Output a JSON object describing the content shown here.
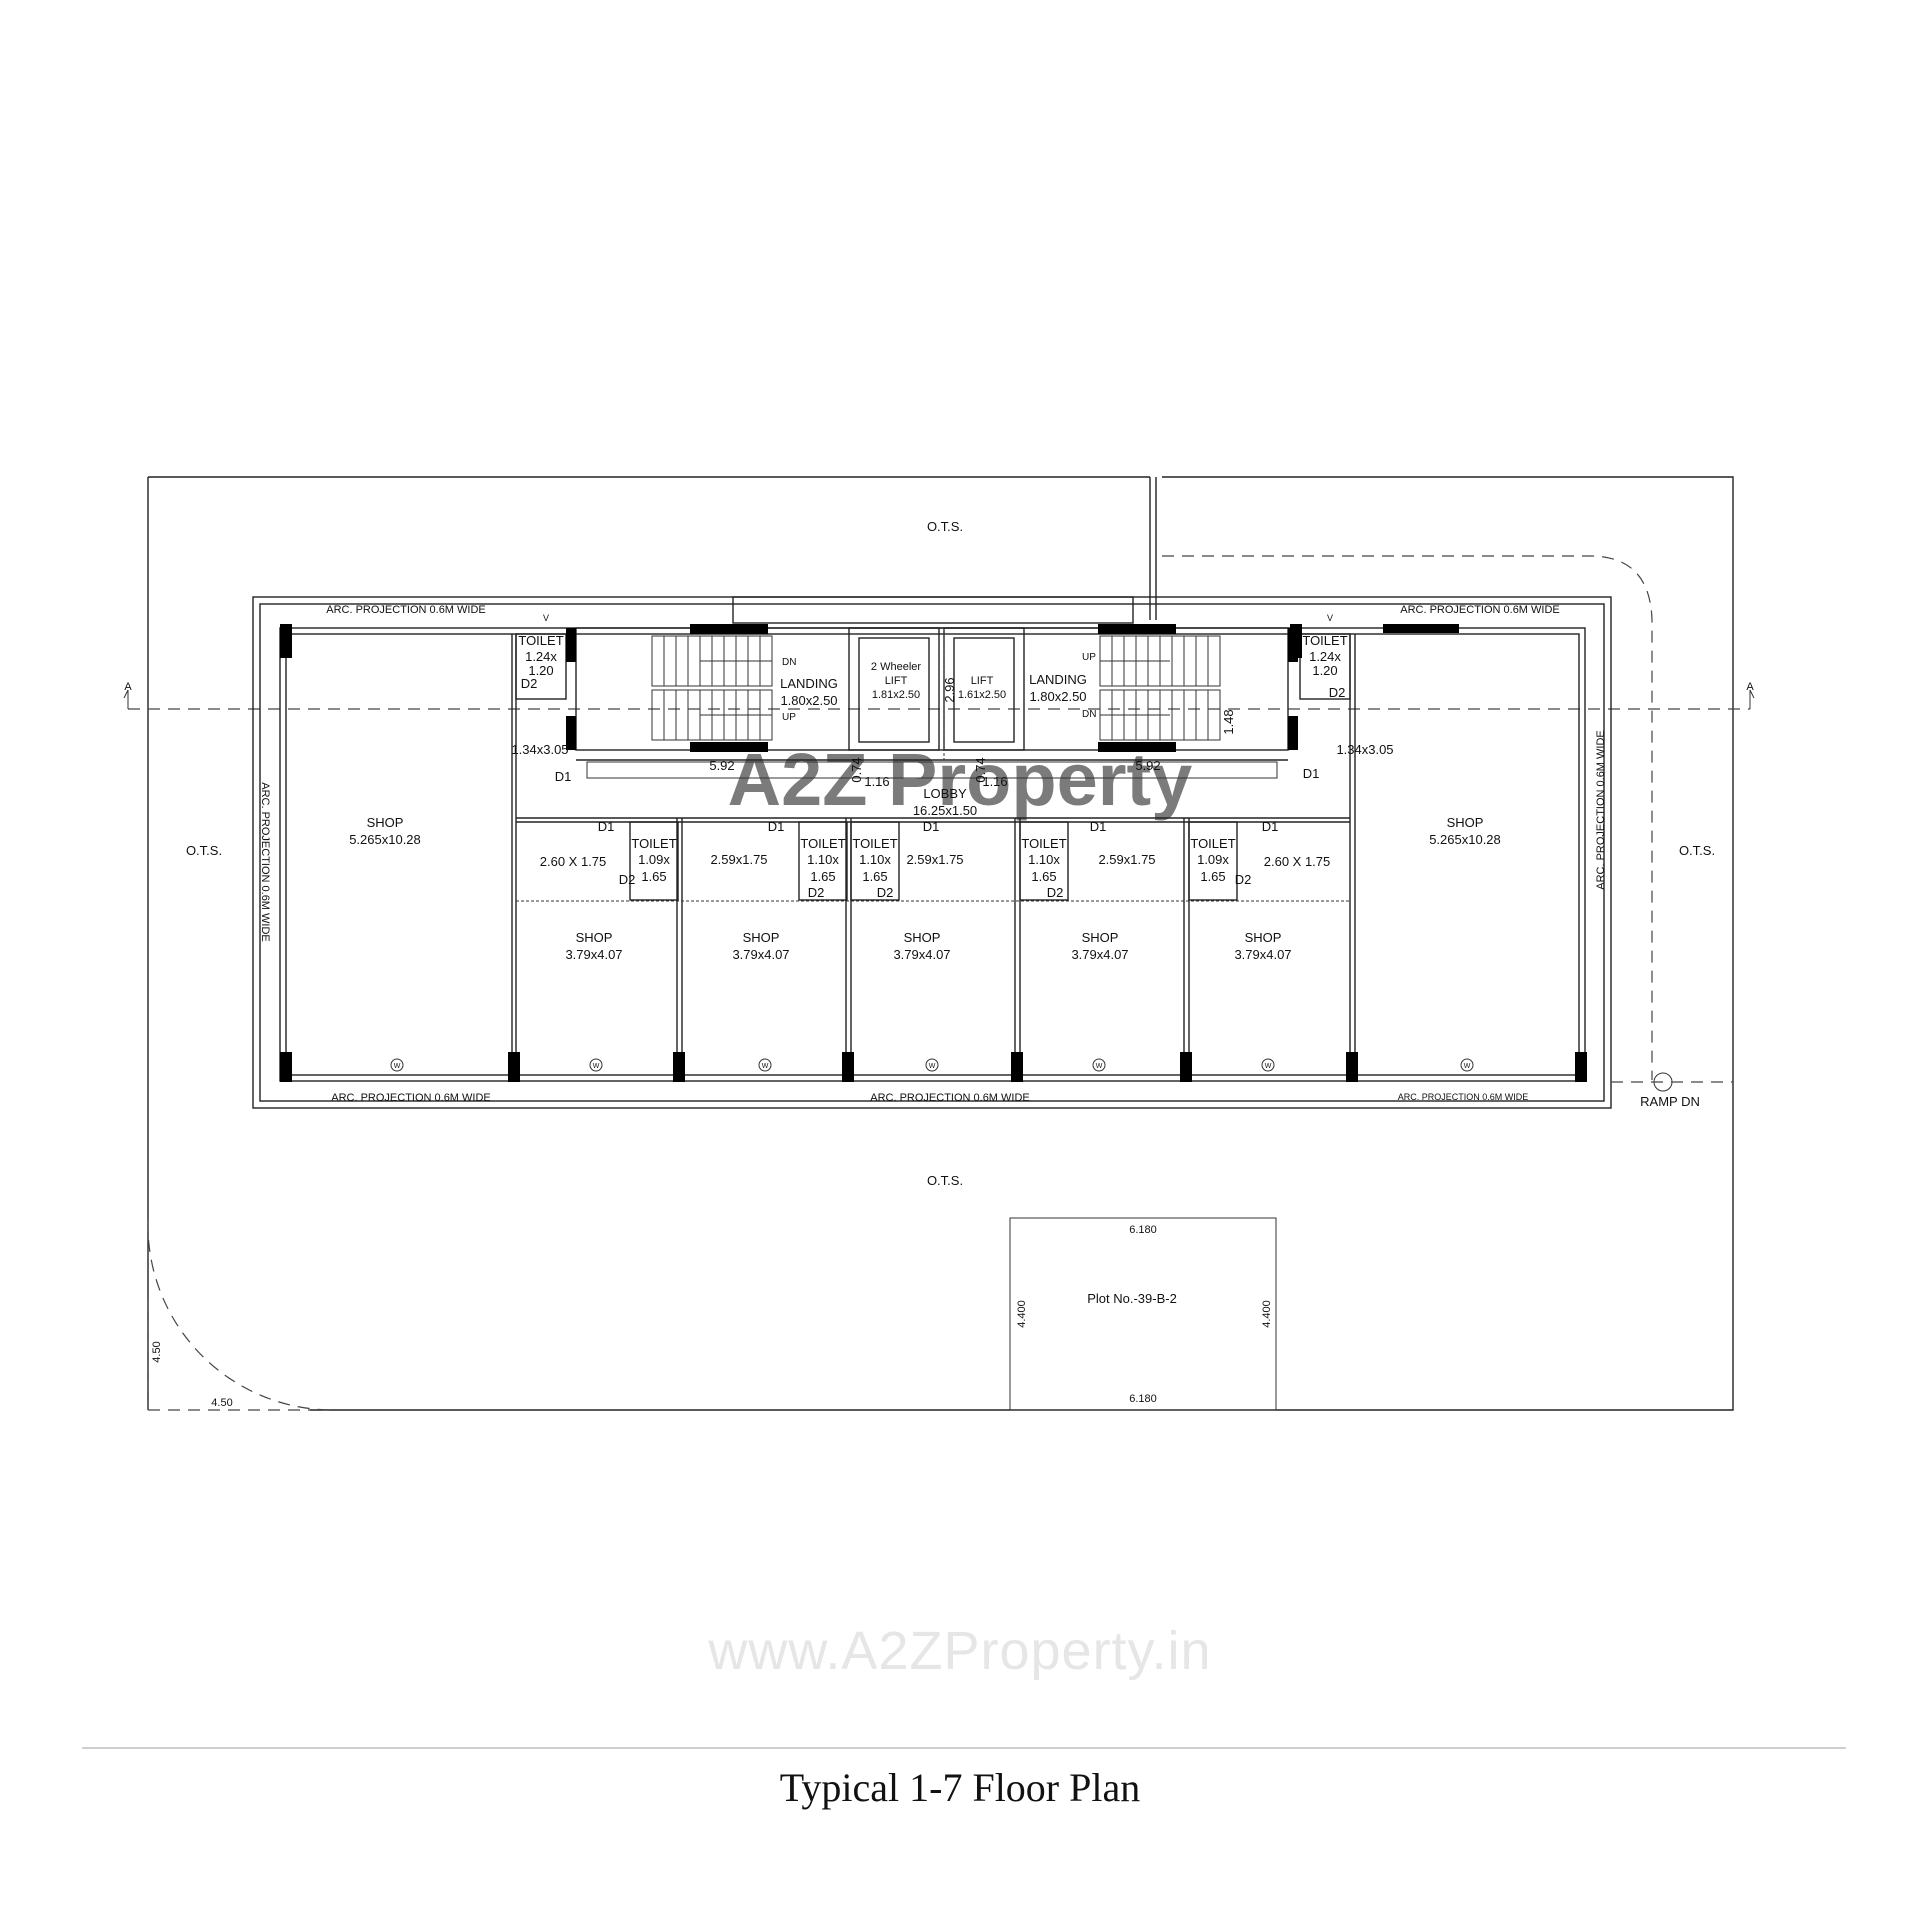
{
  "caption": "Typical 1-7 Floor Plan",
  "watermark": {
    "url": "www.A2ZProperty.in",
    "logo": "A2Z Property"
  },
  "labels": {
    "ots": "O.T.S.",
    "arc_projection": "ARC. PROJECTION 0.6M WIDE",
    "section_mark": "A",
    "ramp": "RAMP DN",
    "shop": "SHOP",
    "toilet": "TOILET",
    "landing": "LANDING",
    "lift": "LIFT",
    "lift_2w": "2 Wheeler",
    "lobby": "LOBBY",
    "up": "UP",
    "dn": "DN",
    "d1": "D1",
    "d2": "D2",
    "v": "V",
    "w": "W"
  },
  "dimensions": {
    "shop_large": "5.265x10.28",
    "shop_small": "3.79x4.07",
    "toilet_corner_a": "1.24x",
    "toilet_corner_b": "1.20",
    "toilet_109_a": "1.09x",
    "toilet_110_a": "1.10x",
    "toilet_b": "1.65",
    "room_260": "2.60 X 1.75",
    "room_259": "2.59x1.75",
    "landing": "1.80x2.50",
    "lift_2w": "1.81x2.50",
    "lift": "1.61x2.50",
    "lobby": "16.25x1.50",
    "passage": "1.34x3.05",
    "run": "5.92",
    "d074": "0.74",
    "d116": "1.16",
    "d296": "2.96",
    "d148": "1.48",
    "corner_radius": "4.50",
    "plot_w": "6.180",
    "plot_h": "4.400"
  },
  "plot": {
    "label": "Plot No.-39-B-2"
  }
}
